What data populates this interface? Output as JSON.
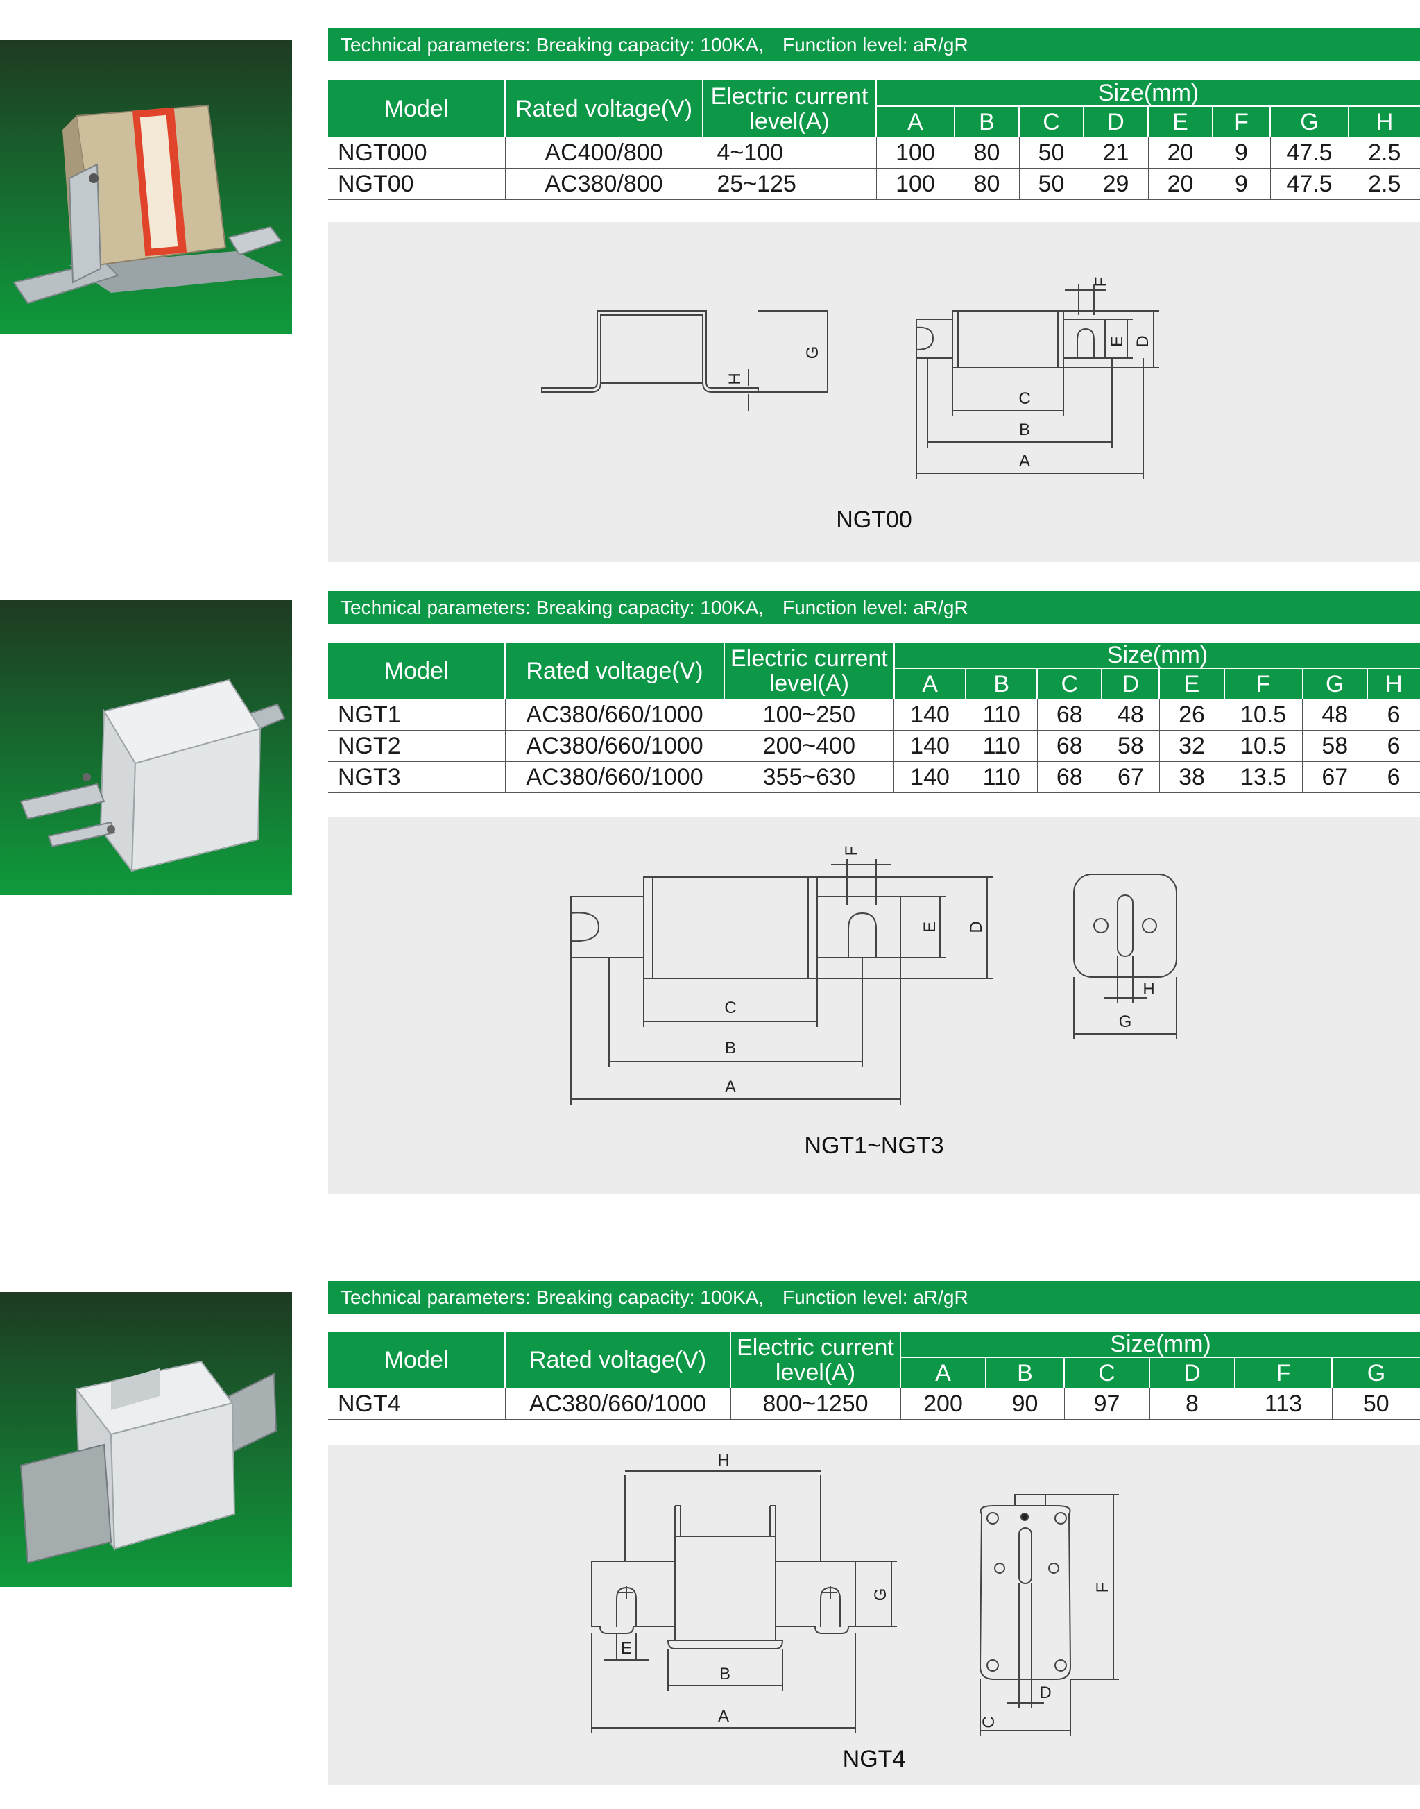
{
  "sections": [
    {
      "banner": {
        "params": "Technical parameters: Breaking capacity: 100KA,",
        "function": "Function level: aR/gR"
      },
      "headers": {
        "model": "Model",
        "voltage": "Rated voltage(V)",
        "current": "Electric current level(A)",
        "size": "Size(mm)"
      },
      "size_cols": [
        "A",
        "B",
        "C",
        "D",
        "E",
        "F",
        "G",
        "H"
      ],
      "rows": [
        {
          "model": "NGT000",
          "voltage": "AC400/800",
          "current": "4~100",
          "sizes": [
            "100",
            "80",
            "50",
            "21",
            "20",
            "9",
            "47.5",
            "2.5"
          ]
        },
        {
          "model": "NGT00",
          "voltage": "AC380/800",
          "current": "25~125",
          "sizes": [
            "100",
            "80",
            "50",
            "29",
            "20",
            "9",
            "47.5",
            "2.5"
          ]
        }
      ],
      "diagram_labels": [
        "A",
        "B",
        "C",
        "D",
        "E",
        "F",
        "G",
        "H"
      ],
      "caption": "NGT00"
    },
    {
      "banner": {
        "params": "Technical parameters: Breaking capacity: 100KA,",
        "function": "Function level: aR/gR"
      },
      "headers": {
        "model": "Model",
        "voltage": "Rated voltage(V)",
        "current": "Electric current level(A)",
        "size": "Size(mm)"
      },
      "size_cols": [
        "A",
        "B",
        "C",
        "D",
        "E",
        "F",
        "G",
        "H"
      ],
      "rows": [
        {
          "model": "NGT1",
          "voltage": "AC380/660/1000",
          "current": "100~250",
          "sizes": [
            "140",
            "110",
            "68",
            "48",
            "26",
            "10.5",
            "48",
            "6"
          ]
        },
        {
          "model": "NGT2",
          "voltage": "AC380/660/1000",
          "current": "200~400",
          "sizes": [
            "140",
            "110",
            "68",
            "58",
            "32",
            "10.5",
            "58",
            "6"
          ]
        },
        {
          "model": "NGT3",
          "voltage": "AC380/660/1000",
          "current": "355~630",
          "sizes": [
            "140",
            "110",
            "68",
            "67",
            "38",
            "13.5",
            "67",
            "6"
          ]
        }
      ],
      "diagram_labels": [
        "A",
        "B",
        "C",
        "D",
        "E",
        "F",
        "G",
        "H"
      ],
      "caption": "NGT1~NGT3"
    },
    {
      "banner": {
        "params": "Technical parameters: Breaking capacity: 100KA,",
        "function": "Function level: aR/gR"
      },
      "headers": {
        "model": "Model",
        "voltage": "Rated voltage(V)",
        "current": "Electric current level(A)",
        "size": "Size(mm)"
      },
      "size_cols": [
        "A",
        "B",
        "C",
        "D",
        "F",
        "G"
      ],
      "rows": [
        {
          "model": "NGT4",
          "voltage": "AC380/660/1000",
          "current": "800~1250",
          "sizes": [
            "200",
            "90",
            "97",
            "8",
            "113",
            "50"
          ]
        }
      ],
      "diagram_labels": [
        "A",
        "B",
        "C",
        "D",
        "E",
        "F",
        "G",
        "H"
      ],
      "caption": "NGT4"
    }
  ],
  "colors": {
    "brand_green": "#0d9848",
    "panel_gray": "#ececec",
    "photo_bg_top": "#1e3a22",
    "photo_bg_bottom": "#0f9a3c"
  }
}
